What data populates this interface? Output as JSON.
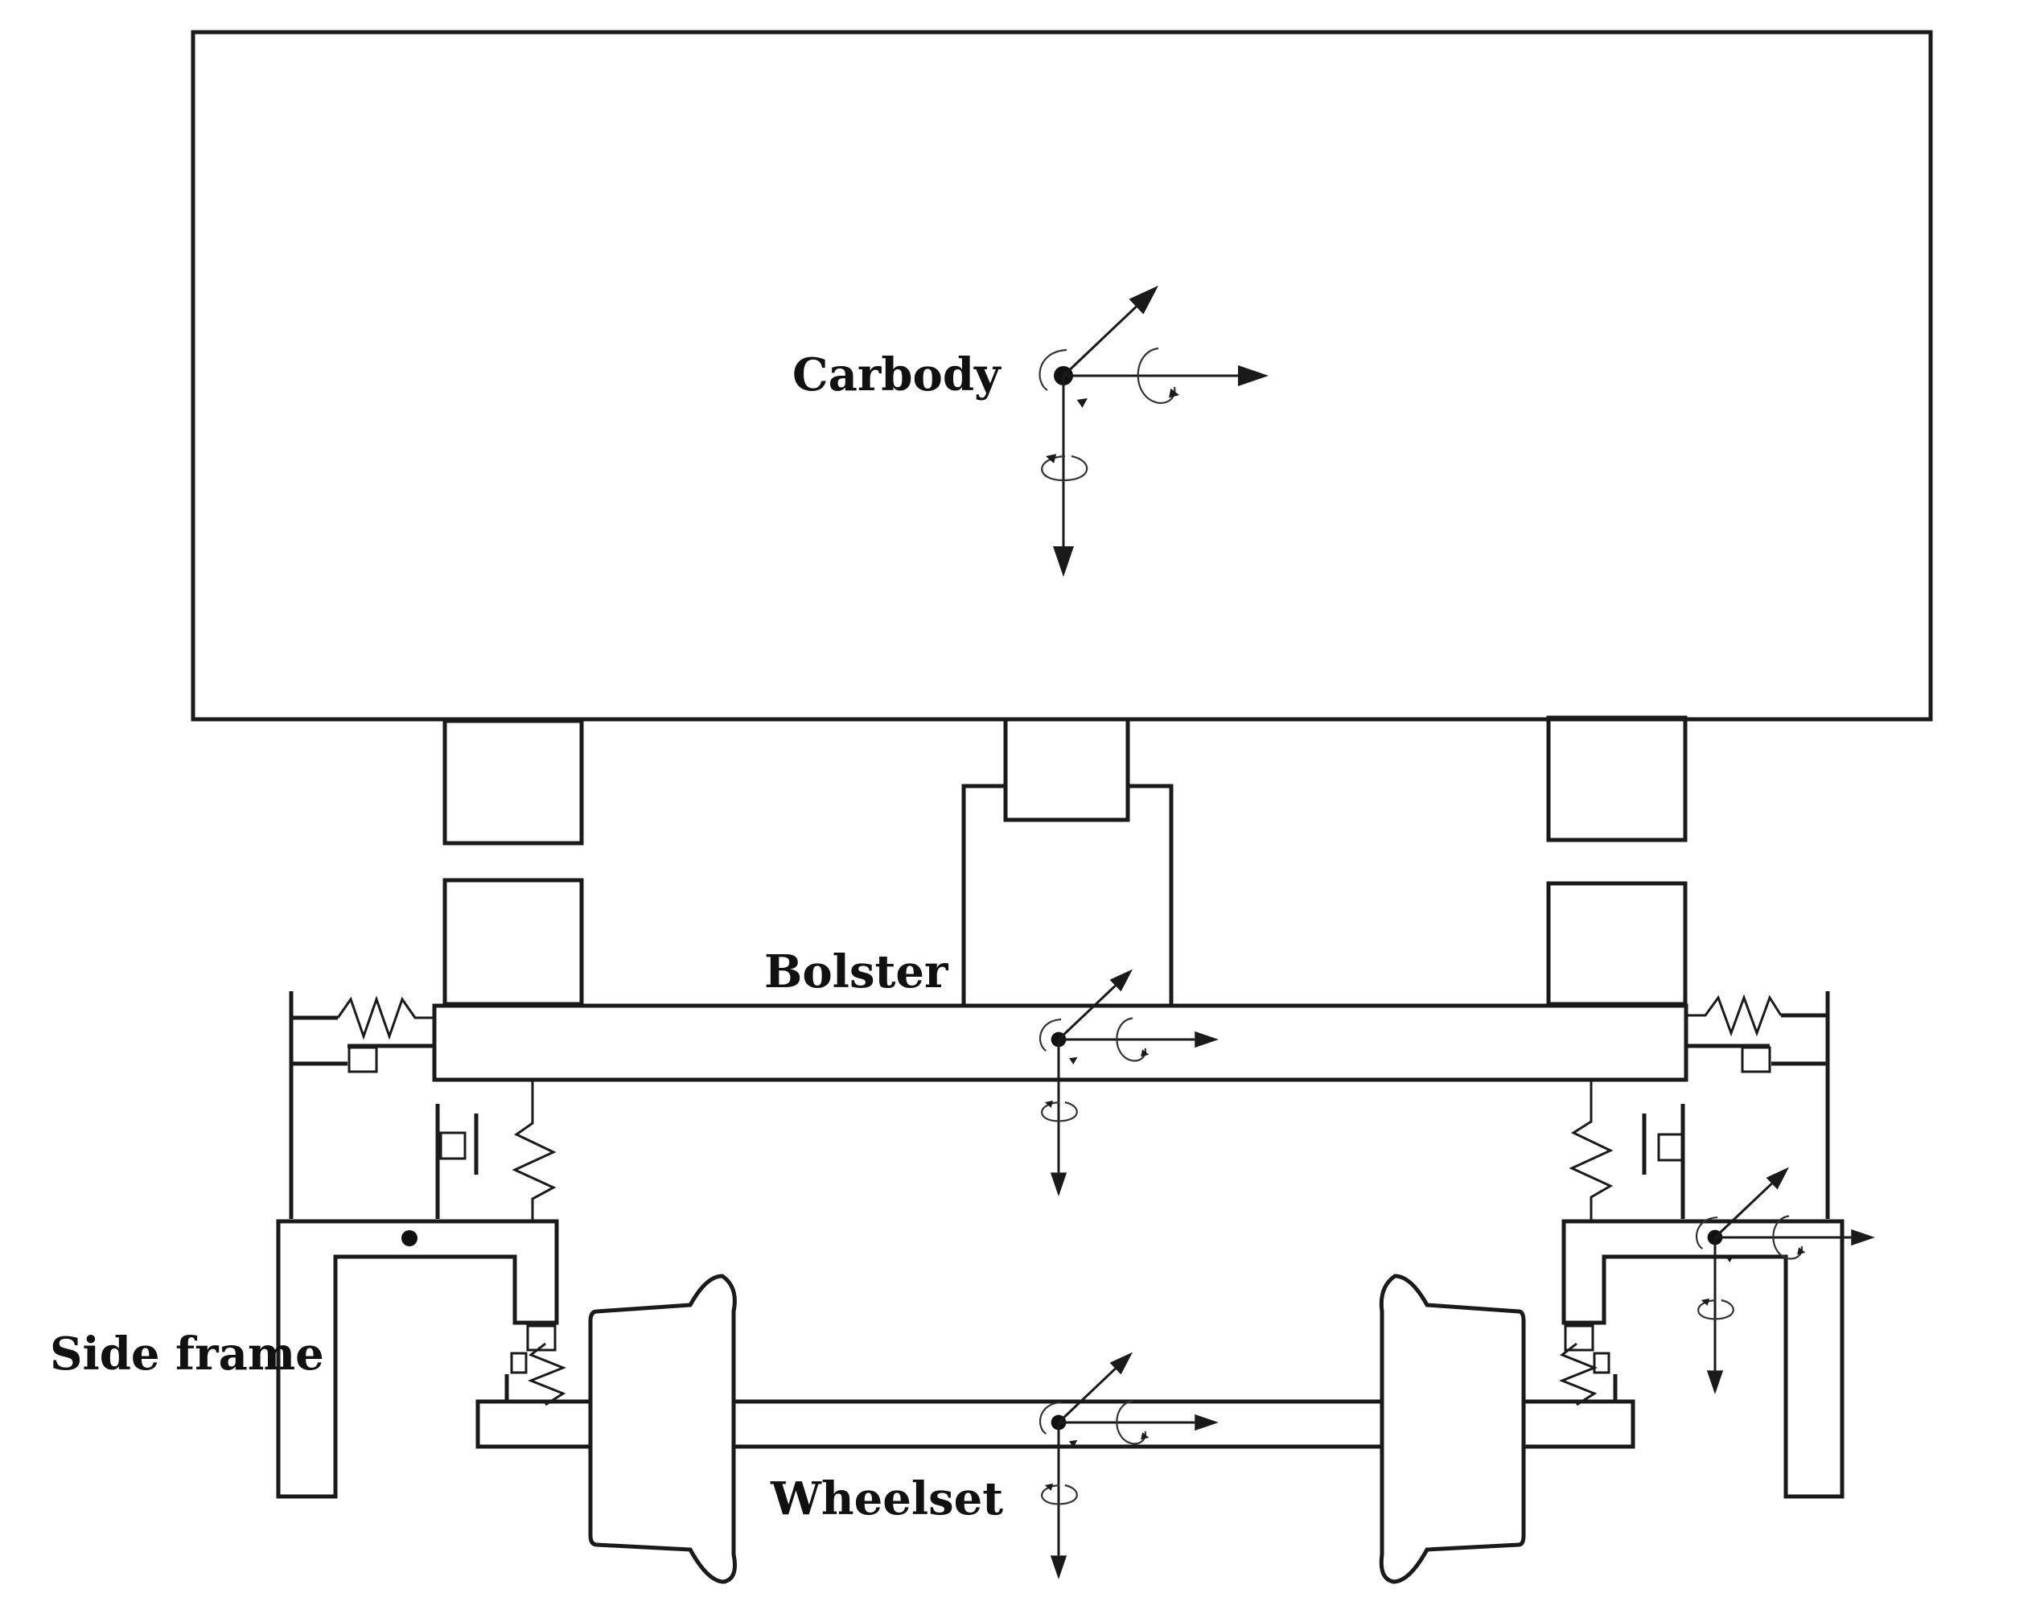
{
  "labels": {
    "carbody": "Carbody",
    "bolster": "Bolster",
    "side_frame": "Side frame",
    "wheelset": "Wheelset"
  },
  "colors": {
    "line": "#1a1a1a",
    "background": "#ffffff"
  }
}
